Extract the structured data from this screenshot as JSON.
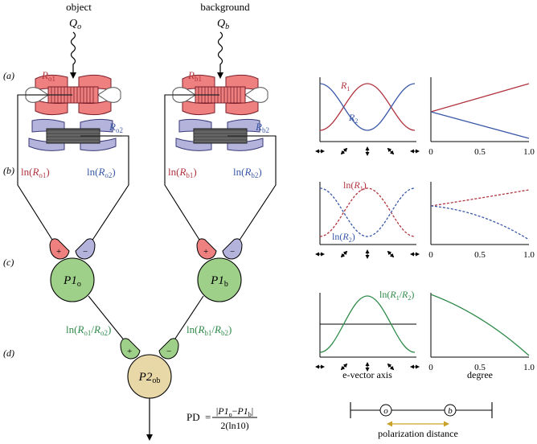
{
  "headers": {
    "object": "object",
    "background": "background"
  },
  "inputs": {
    "object": "Q",
    "object_sub": "o",
    "background": "Q",
    "background_sub": "b"
  },
  "row_labels": [
    "(a)",
    "(b)",
    "(c)",
    "(d)"
  ],
  "receptors": {
    "ro1": {
      "main": "R",
      "sub": "o1"
    },
    "ro2": {
      "main": "R",
      "sub": "o2"
    },
    "rb1": {
      "main": "R",
      "sub": "b1"
    },
    "rb2": {
      "main": "R",
      "sub": "b2"
    }
  },
  "log_labels": {
    "ln_ro1": {
      "pre": "ln(",
      "main": "R",
      "sub": "o1",
      "post": ")"
    },
    "ln_ro2": {
      "pre": "ln(",
      "main": "R",
      "sub": "o2",
      "post": ")"
    },
    "ln_rb1": {
      "pre": "ln(",
      "main": "R",
      "sub": "b1",
      "post": ")"
    },
    "ln_rb2": {
      "pre": "ln(",
      "main": "R",
      "sub": "b2",
      "post": ")"
    },
    "ln_ratio_o": {
      "pre": "ln(",
      "main1": "R",
      "sub1": "o1",
      "mid": "/",
      "main2": "R",
      "sub2": "o2",
      "post": ")"
    },
    "ln_ratio_b": {
      "pre": "ln(",
      "main1": "R",
      "sub1": "b1",
      "mid": "/",
      "main2": "R",
      "sub2": "b2",
      "post": ")"
    }
  },
  "synapse_signs": {
    "plus": "+",
    "minus": "−"
  },
  "neurons": {
    "p1o": {
      "main": "P1",
      "sub": "o"
    },
    "p1b": {
      "main": "P1",
      "sub": "b"
    },
    "p2ob": {
      "main": "P2",
      "sub": "ob"
    }
  },
  "formula": {
    "lhs": "PD",
    "eq": "=",
    "numerator_pre": "|",
    "term1_main": "P1",
    "term1_sub": "o",
    "minus": "−",
    "term2_main": "P1",
    "term2_sub": "b",
    "numerator_post": "|",
    "denominator": "2(ln10)"
  },
  "plot_labels": {
    "r1": "R",
    "r1_sub": "1",
    "r2": "R",
    "r2_sub": "2",
    "ln_r1_pre": "ln(",
    "ln_r1_main": "R",
    "ln_r1_sub": "1",
    "ln_r1_post": ")",
    "ln_r2_pre": "ln(",
    "ln_r2_main": "R",
    "ln_r2_sub": "2",
    "ln_r2_post": ")",
    "ratio_pre": "ln(",
    "ratio_main1": "R",
    "ratio_sub1": "1",
    "ratio_mid": "/",
    "ratio_main2": "R",
    "ratio_sub2": "2",
    "ratio_post": ")"
  },
  "axis": {
    "xlabel_left": "e-vector axis",
    "xlabel_right": "degree",
    "ticks_right": [
      "0",
      "0.5",
      "1.0"
    ]
  },
  "scale_bar": {
    "o": "o",
    "b": "b",
    "label": "polarization distance"
  },
  "colors": {
    "red": "#b0343f",
    "blue": "#3a58a8",
    "green": "#2f8a4a",
    "red_fill": "#ef8080",
    "blue_fill": "#b3b3dc",
    "green_fill": "#9fd08a",
    "tan_fill": "#e8d8a8",
    "gold": "#c9a227"
  }
}
